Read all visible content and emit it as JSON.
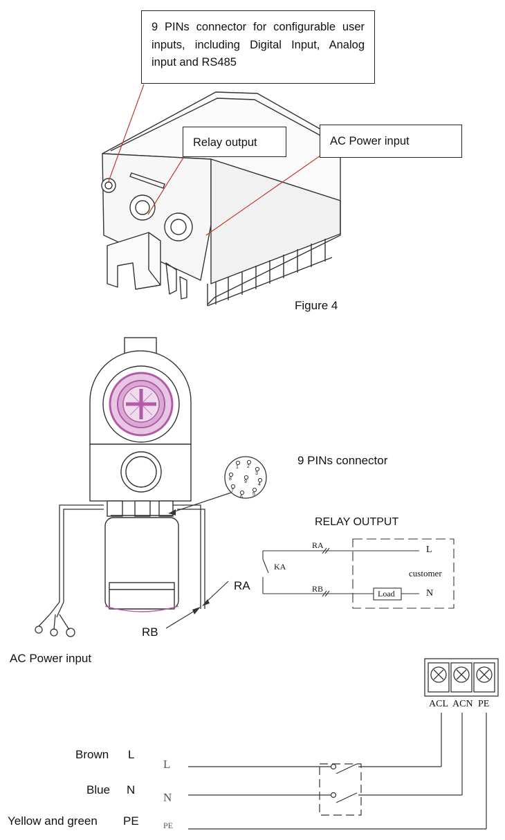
{
  "callouts": {
    "nine_pin": "9 PINs connector for configurable user inputs, including Digital Input, Analog input and RS485",
    "relay": "Relay output",
    "ac_power": "AC Power input"
  },
  "figure_caption": "Figure 4",
  "connector_title": "9 PINs connector",
  "pin_numbers": [
    "1",
    "2",
    "3",
    "4",
    "5",
    "6",
    "7",
    "8",
    "9"
  ],
  "relay_diagram": {
    "title": "RELAY OUTPUT",
    "ra": "RA",
    "rb": "RB",
    "ka": "KA",
    "customer": "customer",
    "load": "Load",
    "l": "L",
    "n": "N"
  },
  "cable_labels": {
    "ra": "RA",
    "rb": "RB"
  },
  "ac_power_label": "AC Power input",
  "terminal_block": {
    "labels": [
      "ACL",
      "ACN",
      "PE"
    ]
  },
  "wiring": {
    "rows": [
      {
        "color": "Brown",
        "code": "L",
        "line": "L"
      },
      {
        "color": "Blue",
        "code": "N",
        "line": "N"
      },
      {
        "color": "Yellow and green",
        "code": "PE",
        "line": "PE"
      }
    ]
  },
  "colors": {
    "pink": "#b25aa8",
    "callout_line": "#c0392b",
    "stroke": "#333333"
  }
}
